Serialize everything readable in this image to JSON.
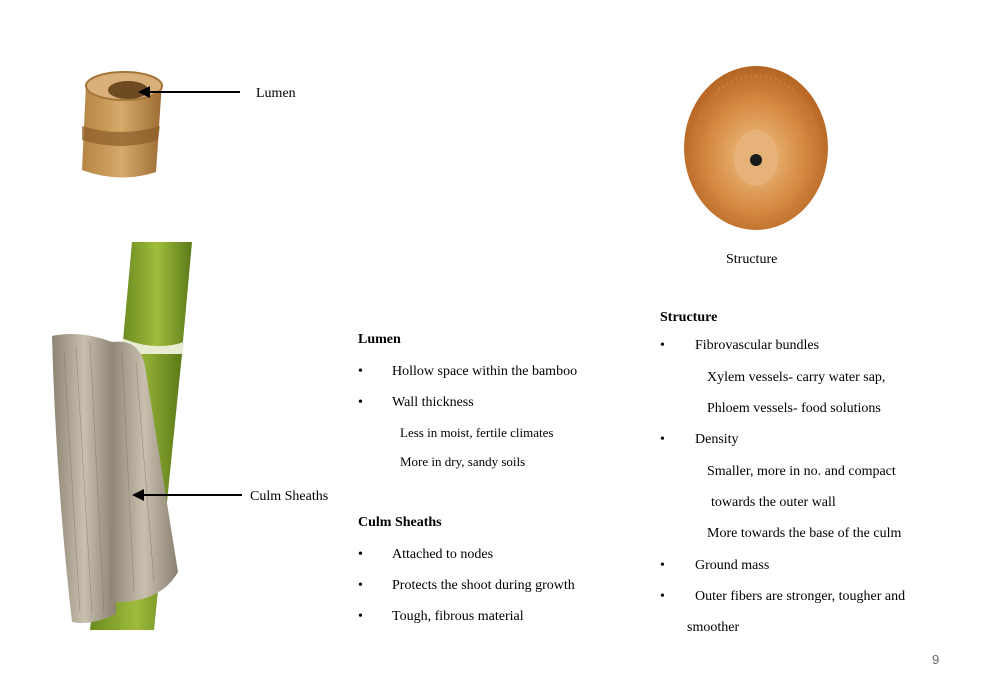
{
  "labels": {
    "lumen": "Lumen",
    "culm_sheaths": "Culm Sheaths",
    "structure_caption": "Structure"
  },
  "lumen_section": {
    "title": "Lumen",
    "bullets": [
      "Hollow space within the bamboo",
      "Wall thickness"
    ],
    "sub": [
      "Less in moist, fertile climates",
      "More in dry, sandy soils"
    ]
  },
  "culm_section": {
    "title": "Culm Sheaths",
    "bullets": [
      "Attached to nodes",
      "Protects the shoot during growth",
      "Tough, fibrous material"
    ]
  },
  "structure_section": {
    "title": "Structure",
    "items": [
      "Fibrovascular bundles",
      "Xylem vessels- carry water sap,",
      "Phloem vessels- food solutions",
      "Density",
      "Smaller, more in no. and compact",
      "towards the outer wall",
      "More towards the base of the culm",
      "Ground mass",
      "Outer fibers are stronger, tougher and",
      "smoother"
    ]
  },
  "bullet_char": "•",
  "page_number": "9"
}
